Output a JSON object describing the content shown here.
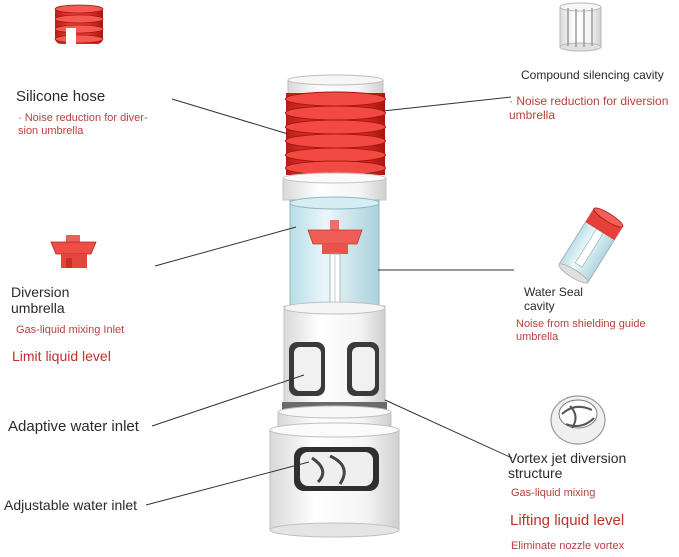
{
  "labels": {
    "silicone_hose": "Silicone hose",
    "silicone_hose_note_1": "· Noise reduction for diver-",
    "silicone_hose_note_2": "sion umbrella",
    "compound_cavity": "Compound silencing cavity",
    "compound_cavity_note_1": "· Noise reduction for diversion",
    "compound_cavity_note_2": "umbrella",
    "diversion_umbrella_1": "Diversion",
    "diversion_umbrella_2": "umbrella",
    "diversion_umbrella_note": "Gas-liquid mixing Inlet",
    "limit_liquid_level": "Limit liquid level",
    "water_seal_1": "Water Seal",
    "water_seal_2": "cavity",
    "water_seal_note_1": "Noise from shielding guide",
    "water_seal_note_2": "umbrella",
    "adaptive_water_inlet": "Adaptive water inlet",
    "vortex_1": "Vortex jet diversion",
    "vortex_2": "structure",
    "vortex_note": "Gas-liquid mixing",
    "lifting_liquid_level": "Lifting liquid level",
    "eliminate_vortex": "Eliminate nozzle vortex",
    "adjustable_water_inlet": "Adjustable water inlet"
  },
  "colors": {
    "hose_red": "#e8322b",
    "text_red": "#b8403c",
    "text_dark": "#2a2a2a",
    "leader_line": "#333333"
  }
}
